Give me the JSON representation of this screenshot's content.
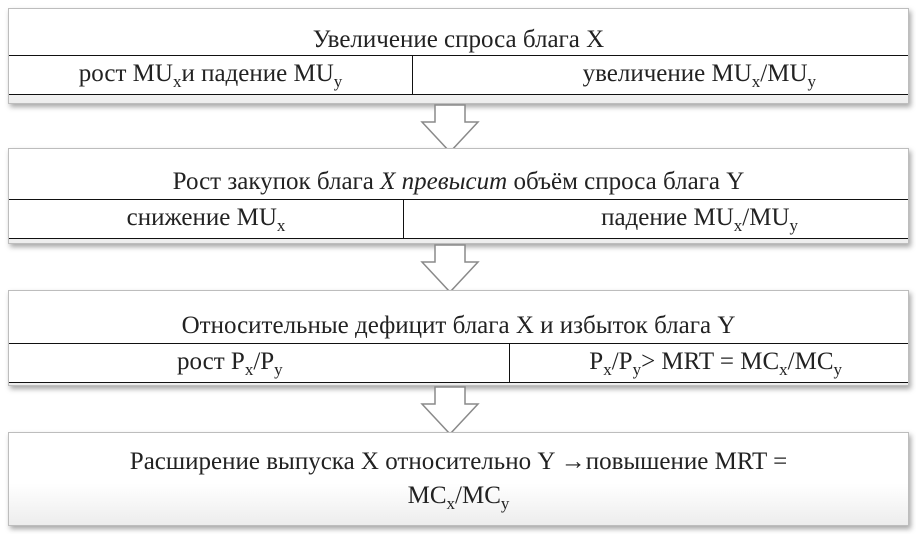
{
  "blocks": [
    {
      "title": "Увеличение спроса блага X",
      "left": {
        "pre": "рост MU",
        "s1": "x",
        "mid": " и падение MU",
        "s2": "y",
        "post": ""
      },
      "right": {
        "pre": "увеличение MU",
        "s1": "x",
        "mid": "/MU",
        "s2": "y",
        "post": ""
      }
    },
    {
      "title_pre": "Рост закупок блага ",
      "title_italic": "X  превысит",
      "title_post": " объём спроса блага Y",
      "left": {
        "pre": "снижение MU",
        "s1": "x",
        "mid": "",
        "s2": "",
        "post": ""
      },
      "right": {
        "pre": "падение MU",
        "s1": "x",
        "mid": "/MU",
        "s2": "y",
        "post": ""
      }
    },
    {
      "title": "Относительные дефицит блага X и избыток блага Y",
      "left": {
        "pre": "рост P",
        "s1": "x",
        "mid": "/P",
        "s2": "y",
        "post": ""
      },
      "right": {
        "pre": "P",
        "s1": "x",
        "mid": "/P",
        "s2": "y",
        "mid2": " > MRT = MC",
        "s3": "x",
        "mid3": "/MC",
        "s4": "y"
      }
    }
  ],
  "final": {
    "line1": "Расширение выпуска X относительно Y →повышение MRT =",
    "line2_pre": "MC",
    "line2_s1": "x",
    "line2_mid": "/MC",
    "line2_s2": "y"
  }
}
